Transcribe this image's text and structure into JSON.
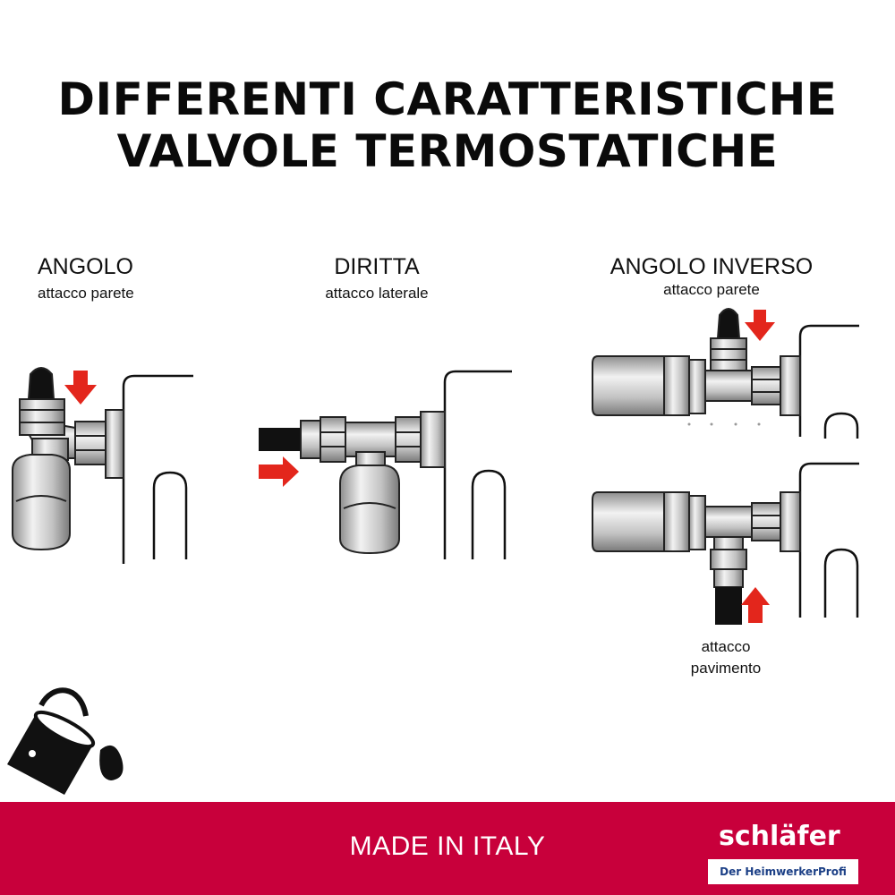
{
  "title": {
    "line1": "DIFFERENTI CARATTERISTICHE",
    "line2": "VALVOLE TERMOSTATICHE"
  },
  "diagrams": [
    {
      "name": "ANGOLO",
      "subtitle": "attacco parete"
    },
    {
      "name": "DIRITTA",
      "subtitle": "attacco laterale"
    },
    {
      "name": "ANGOLO INVERSO",
      "subtitle": "attacco parete",
      "extra_label_line1": "attacco",
      "extra_label_line2": "pavimento"
    }
  ],
  "footer": {
    "text": "MADE IN ITALY",
    "brand": "schläfer",
    "tagline": "Der HeimwerkerProfi"
  },
  "icons": [
    "paint-bucket-icon",
    "arrow-down-icon",
    "arrow-right-icon",
    "arrow-up-icon",
    "radiator-icon",
    "thermostatic-valve-icon"
  ],
  "colors": {
    "accent_red": "#e3261c",
    "footer_red": "#c8003b",
    "text": "#111111",
    "brand_blue": "#1b3f86"
  }
}
